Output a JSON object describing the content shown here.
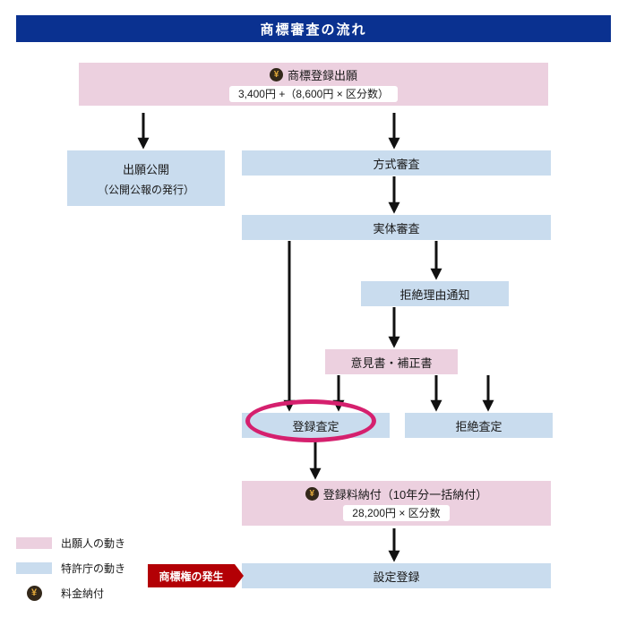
{
  "title": "商標審査の流れ",
  "icons": {
    "yen": "¥"
  },
  "nodes": {
    "application": {
      "label": "商標登録出願",
      "price": "3,400円 +（8,600円 × 区分数）"
    },
    "publication": {
      "line1": "出願公開",
      "line2": "（公開公報の発行）"
    },
    "formality_exam": "方式審査",
    "substantive_exam": "実体審査",
    "rejection_notice": "拒絶理由通知",
    "opinion_amendment": "意見書・補正書",
    "registration_decision": "登録査定",
    "rejection_decision": "拒絶査定",
    "fee_payment": {
      "label": "登録料納付（10年分一括納付）",
      "price": "28,200円 × 区分数"
    },
    "establishment": "設定登録",
    "trademark_right_label": "商標権の発生"
  },
  "legend": [
    {
      "swatch": "pink",
      "label": "出願人の動き"
    },
    {
      "swatch": "blue",
      "label": "特許庁の動き"
    },
    {
      "swatch": "yen",
      "label": "料金納付"
    }
  ],
  "colors": {
    "title_bar": "#0a3190",
    "applicant_pink": "#ecd0df",
    "office_blue": "#c9dcee",
    "highlight_ellipse": "#d5206e",
    "trademark_right_red": "#b30005",
    "yen_icon_bg": "#33281a",
    "yen_icon_fg": "#e2a93a",
    "arrow": "#111111"
  }
}
